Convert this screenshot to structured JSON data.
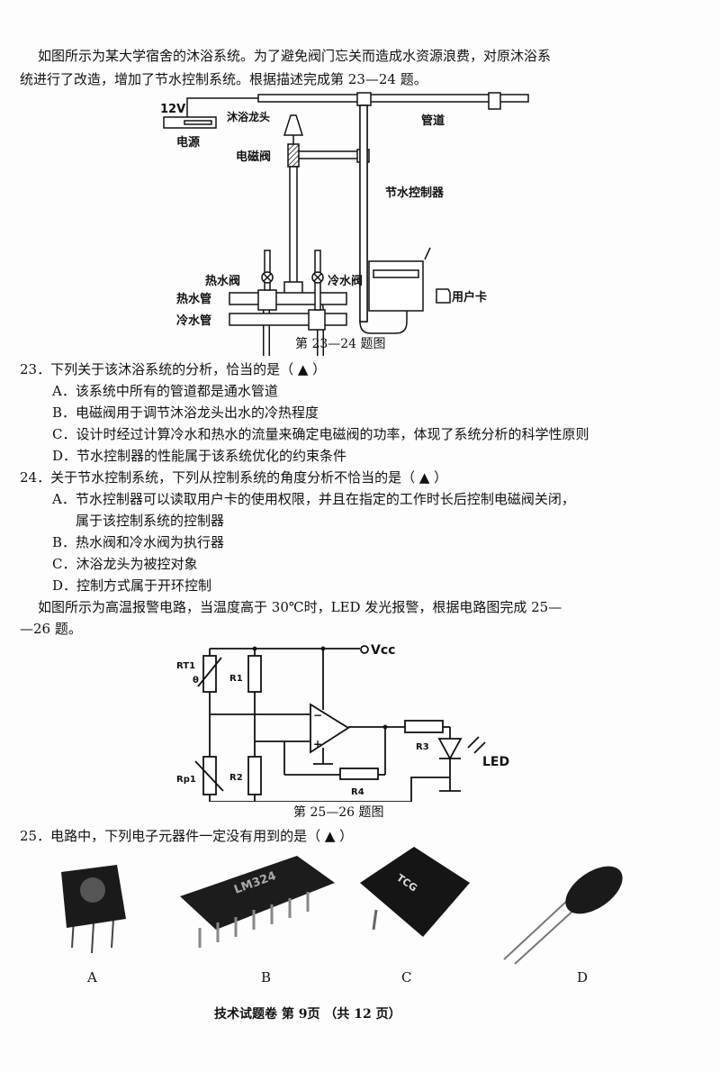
{
  "intro1": {
    "line1": "如图所示为某大学宿舍的沐浴系统。为了避免阀门忘关而造成水资源浪费，对原沐浴系",
    "line2": "统进行了改造，增加了节水控制系统。根据描述完成第 23—24 题。"
  },
  "fig1": {
    "power_voltage": "12V",
    "power": "电源",
    "shower_head": "沐浴龙头",
    "solenoid_valve": "电磁阀",
    "pipe": "管道",
    "controller": "节水控制器",
    "user_card": "用户卡",
    "hot_valve": "热水阀",
    "cold_valve": "冷水阀",
    "hot_pipe": "热水管",
    "cold_pipe": "冷水管",
    "caption": "第 23—24 题图"
  },
  "q23": {
    "stem": "23．下列关于该沐浴系统的分析，恰当的是（ ▲ ）",
    "options": [
      "A．该系统中所有的管道都是通水管道",
      "B．电磁阀用于调节沐浴龙头出水的冷热程度",
      "C．设计时经过计算冷水和热水的流量来确定电磁阀的功率，体现了系统分析的科学性原则",
      "D．节水控制器的性能属于该系统优化的约束条件"
    ]
  },
  "q24": {
    "stem": "24．关于节水控制系统，下列从控制系统的角度分析不恰当的是（ ▲ ）",
    "options": [
      "A．节水控制器可以读取用户卡的使用权限，并且在指定的工作时长后控制电磁阀关闭，",
      "属于该控制系统的控制器",
      "B．热水阀和冷水阀为执行器",
      "C．沐浴龙头为被控对象",
      "D．控制方式属于开环控制"
    ]
  },
  "intro2": {
    "line1": "如图所示为高温报警电路，当温度高于 30℃时，LED 发光报警，根据电路图完成 25—",
    "line2": "—26 题。"
  },
  "fig2": {
    "vcc": "Vcc",
    "rt1": "RT1",
    "theta": "θ",
    "r1": "R1",
    "r2": "R2",
    "r3": "R3",
    "r4": "R4",
    "rp1": "Rp1",
    "led": "LED",
    "minus": "−",
    "plus": "+",
    "caption": "第 25—26 题图"
  },
  "q25": {
    "stem": "25．电路中，下列电子元器件一定没有用到的是（ ▲ ）",
    "labels": [
      "A",
      "B",
      "C",
      "D"
    ],
    "chip_marking": "LM324",
    "relay_marking": "TCG"
  },
  "footer": "技术试题卷 第 9页 （共 12 页）"
}
